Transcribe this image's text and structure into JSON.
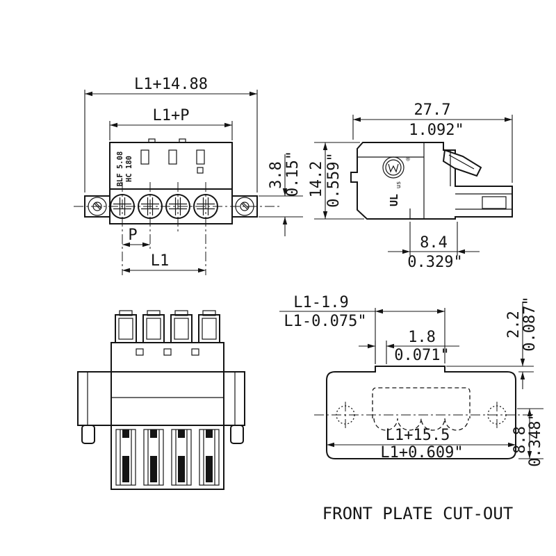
{
  "title": "FRONT PLATE CUT-OUT",
  "front_view": {
    "dim_overall": "L1+14.88",
    "dim_l1p": "L1+P",
    "part_label_line1": "BLF 5.08",
    "part_label_line2": "HC 180",
    "dim_panel_mm": "3.8",
    "dim_panel_in": "0.15\"",
    "dim_pitch": "P",
    "dim_l1": "L1"
  },
  "side_view": {
    "dim_width_mm": "27.7",
    "dim_width_in": "1.092\"",
    "dim_height_mm": "14.2",
    "dim_height_in": "0.559\"",
    "dim_latch_mm": "8.4",
    "dim_latch_in": "0.329\"",
    "ul_mark": "UL",
    "ul_sub": "us",
    "reg_mark": "®"
  },
  "cutout_view": {
    "dim_slot_mm": "L1-1.9",
    "dim_slot_in": "L1-0.075\"",
    "dim_notch_mm": "1.8",
    "dim_notch_in": "0.071\"",
    "dim_tab_mm": "2.2",
    "dim_tab_in": "0.087\"",
    "dim_width_mm": "L1+15.5",
    "dim_width_in": "L1+0.609\"",
    "dim_height_mm": "8.8",
    "dim_height_in": "0.348\""
  }
}
